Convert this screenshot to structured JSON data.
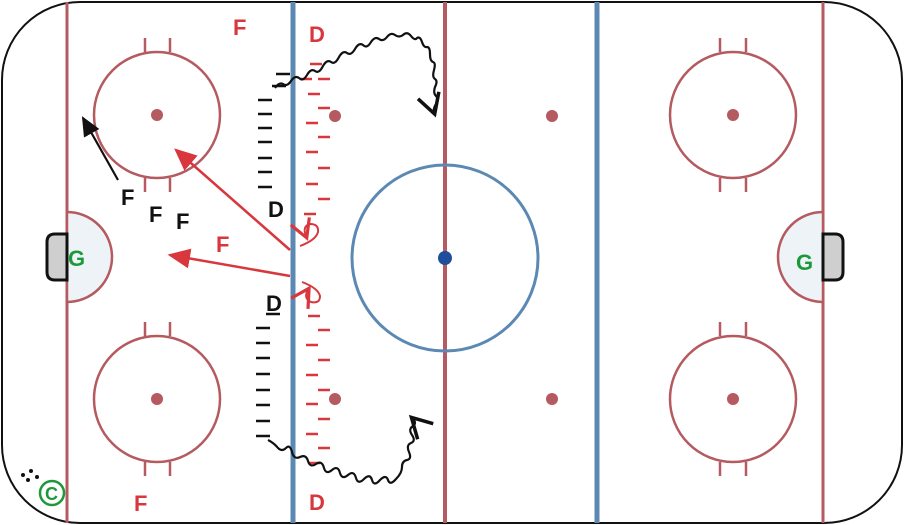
{
  "colors": {
    "red_line": "#b45a60",
    "blue_line": "#5b89b4",
    "faceoff": "#b45a60",
    "dot": "#b45a60",
    "center_dot": "#1f4e9a",
    "red_player": "#d7373d",
    "black_player": "#111111",
    "goalie": "#1c9a3b",
    "crease_fill": "#eef3f8",
    "net_fill": "#cfcfcf"
  },
  "labels": {
    "f_top": "F",
    "d_top": "D",
    "f_black_1": "F",
    "f_black_2": "F",
    "f_black_3": "F",
    "d_black_upper": "D",
    "f_red_mid": "F",
    "d_black_lower": "D",
    "f_bottom": "F",
    "d_bottom": "D",
    "goalie_left": "G",
    "goalie_right": "G",
    "logo": "C"
  },
  "icons": {
    "logo": "copyright-circle-icon",
    "dots": "dots-icon"
  }
}
